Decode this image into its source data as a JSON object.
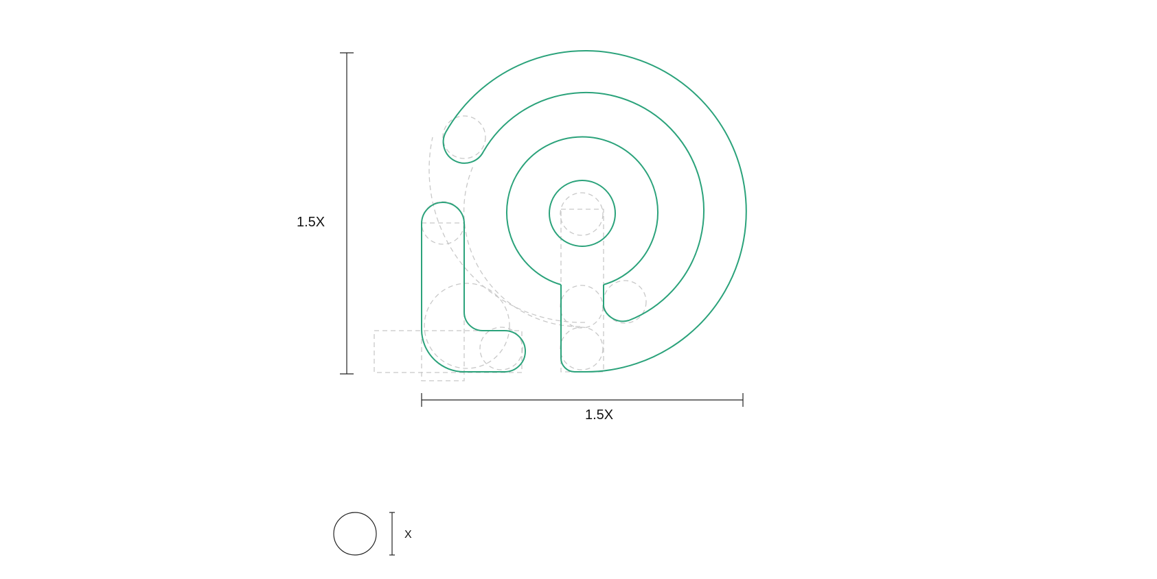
{
  "colors": {
    "logo_stroke": "#2aa27a",
    "guide_stroke": "#c8c8c8",
    "dimension_stroke": "#222222",
    "background": "#ffffff"
  },
  "dimensions": {
    "height_label": "1.5X",
    "width_label": "1.5X"
  },
  "unit_legend": {
    "label": "X"
  }
}
